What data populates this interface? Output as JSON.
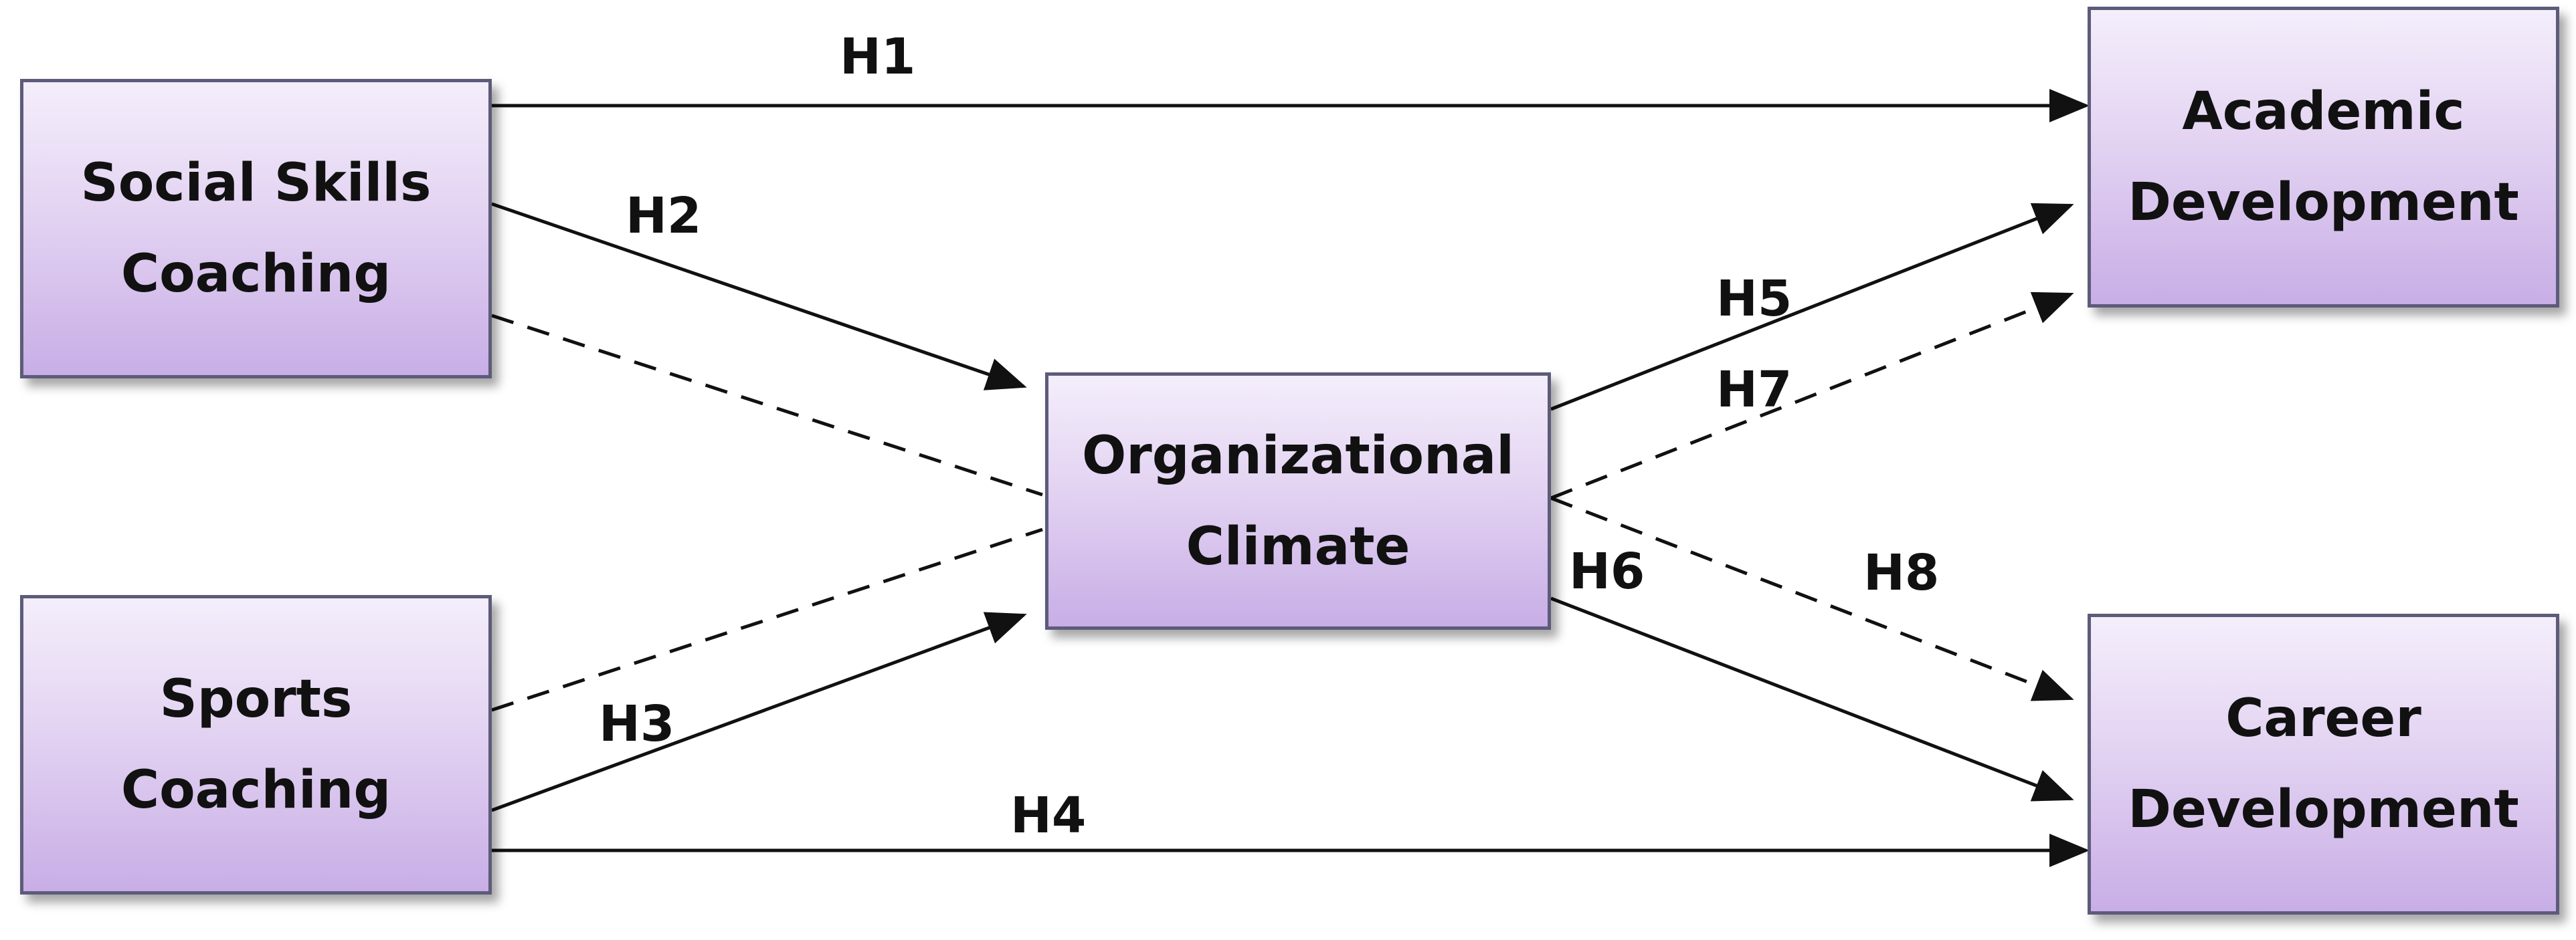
{
  "nodes": {
    "social_skills": {
      "lines": [
        "Social Skills",
        "Coaching"
      ]
    },
    "sports": {
      "lines": [
        "Sports",
        "Coaching"
      ]
    },
    "org_climate": {
      "lines": [
        "Organizational",
        "Climate"
      ]
    },
    "academic": {
      "lines": [
        "Academic",
        "Development"
      ]
    },
    "career": {
      "lines": [
        "Career",
        "Development"
      ]
    }
  },
  "edges": [
    {
      "label": "H1",
      "from": "social_skills",
      "to": "academic",
      "style": "solid"
    },
    {
      "label": "H2",
      "from": "social_skills",
      "to": "org_climate",
      "style": "solid"
    },
    {
      "label": "H3",
      "from": "sports",
      "to": "org_climate",
      "style": "solid"
    },
    {
      "label": "H4",
      "from": "sports",
      "to": "career",
      "style": "solid"
    },
    {
      "label": "H5",
      "from": "org_climate",
      "to": "academic",
      "style": "solid"
    },
    {
      "label": "H6",
      "from": "org_climate",
      "to": "career",
      "style": "solid"
    },
    {
      "label": "H7",
      "from": "org_climate",
      "to": "academic",
      "style": "dashed"
    },
    {
      "label": "H8",
      "from": "org_climate",
      "to": "career",
      "style": "dashed"
    }
  ],
  "colors": {
    "box_border": "#5d5b7a",
    "box_fill_top": "#f4eefb",
    "box_fill_bottom": "#c8aee6",
    "line": "#111111"
  }
}
